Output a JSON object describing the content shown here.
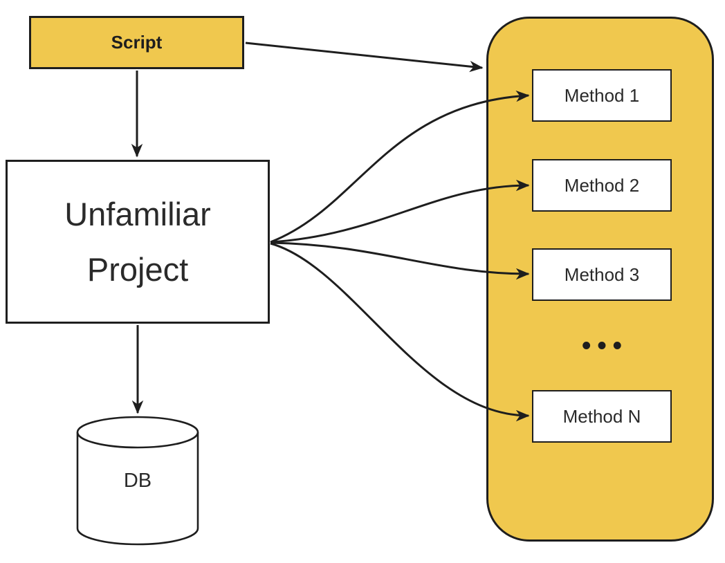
{
  "diagram": {
    "script": {
      "label": "Script"
    },
    "project": {
      "label": "Unfamiliar Project"
    },
    "db": {
      "label": "DB"
    },
    "methods_container": {
      "ellipsis": "•••",
      "methods": [
        {
          "label": "Method 1"
        },
        {
          "label": "Method 2"
        },
        {
          "label": "Method 3"
        },
        {
          "label": "Method N"
        }
      ]
    },
    "arrows": [
      {
        "from": "script",
        "to": "project"
      },
      {
        "from": "script",
        "to": "methods-container"
      },
      {
        "from": "project",
        "to": "db"
      },
      {
        "from": "project",
        "to": "method-1"
      },
      {
        "from": "project",
        "to": "method-2"
      },
      {
        "from": "project",
        "to": "method-3"
      },
      {
        "from": "project",
        "to": "method-n"
      }
    ],
    "colors": {
      "accent_yellow": "#F0C84E",
      "stroke_dark": "#1E1E1E",
      "node_fill": "#FFFFFF"
    }
  }
}
